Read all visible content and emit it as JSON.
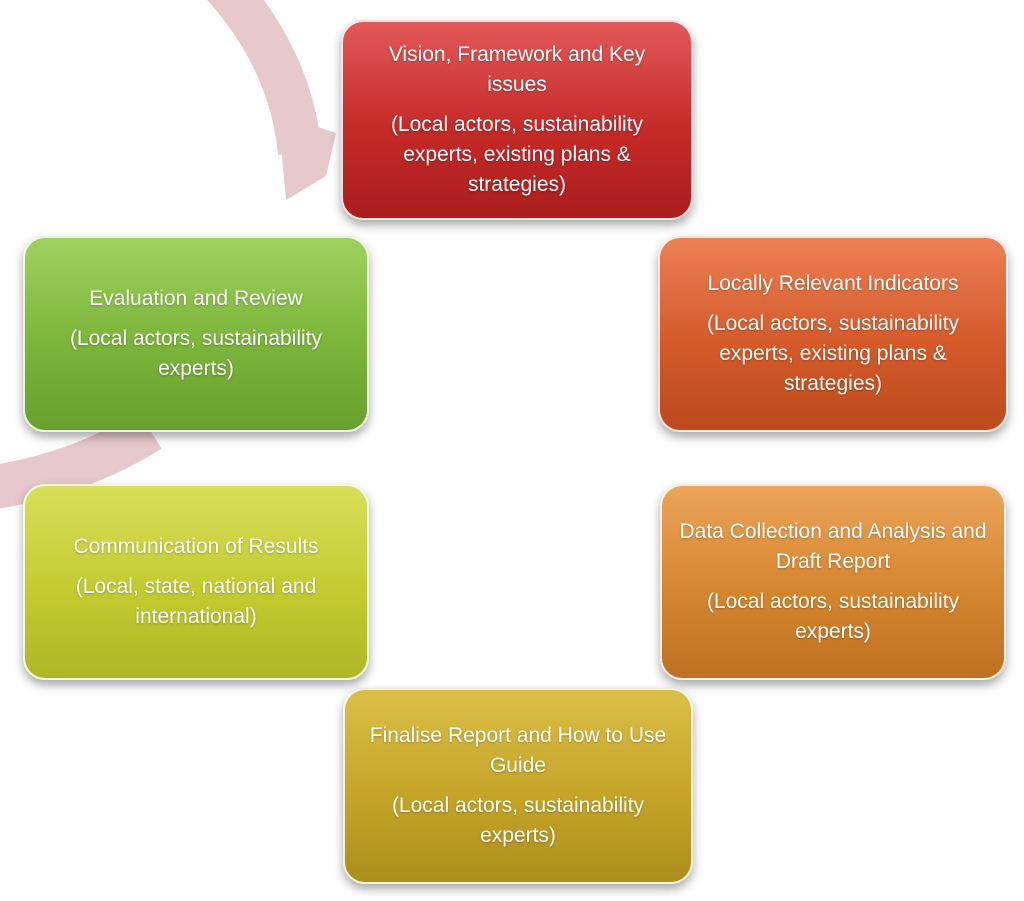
{
  "diagram": {
    "ring_color": "#e7c8cb",
    "stages": [
      {
        "title": "Vision, Framework and Key issues",
        "detail": "(Local actors, sustainability experts, existing plans & strategies)",
        "color": "#c42a28"
      },
      {
        "title": "Locally Relevant Indicators",
        "detail": "(Local actors, sustainability experts, existing plans & strategies)",
        "color": "#d45a2a"
      },
      {
        "title": "Data Collection and Analysis and Draft Report",
        "detail": "(Local actors, sustainability experts)",
        "color": "#d5852e"
      },
      {
        "title": "Finalise Report and How to Use Guide",
        "detail": "(Local actors, sustainability experts)",
        "color": "#c5a428"
      },
      {
        "title": "Communication of Results",
        "detail": "(Local, state, national and international)",
        "color": "#c3cb30"
      },
      {
        "title": "Evaluation and Review",
        "detail": "(Local actors, sustainability experts)",
        "color": "#7bb53a"
      }
    ]
  }
}
